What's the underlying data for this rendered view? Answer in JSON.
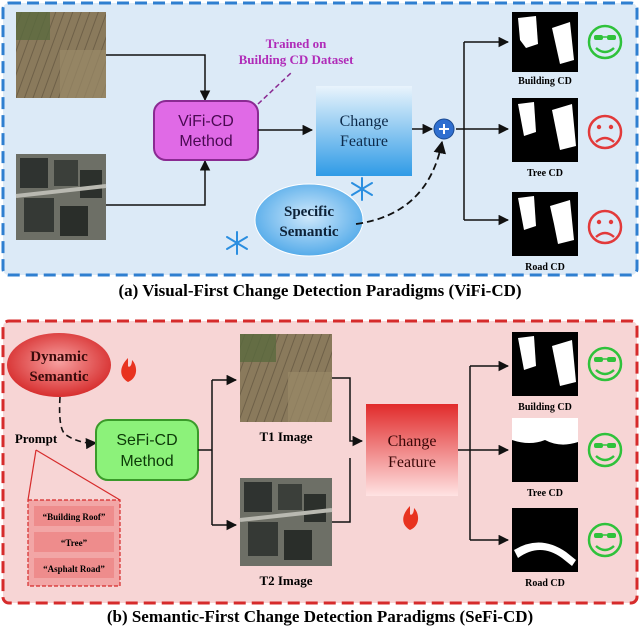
{
  "panel_a": {
    "caption": "(a) Visual-First Change Detection Paradigms (ViFi-CD)",
    "trained_on_line1": "Trained on",
    "trained_on_line2": "Building CD Dataset",
    "method_line1": "ViFi-CD",
    "method_line2": "Method",
    "feature_line1": "Change",
    "feature_line2": "Feature",
    "semantic_line1": "Specific",
    "semantic_line2": "Semantic",
    "outputs": [
      {
        "label": "Building CD",
        "result": "success"
      },
      {
        "label": "Tree CD",
        "result": "failure"
      },
      {
        "label": "Road CD",
        "result": "failure"
      }
    ]
  },
  "panel_b": {
    "caption": "(b) Semantic-First Change Detection Paradigms (SeFi-CD)",
    "dynamic_line1": "Dynamic",
    "dynamic_line2": "Semantic",
    "prompt_label": "Prompt",
    "prompts": [
      "“Building Roof”",
      "“Tree”",
      "“Asphalt Road”"
    ],
    "method_line1": "SeFi-CD",
    "method_line2": "Method",
    "t1_label": "T1 Image",
    "t2_label": "T2 Image",
    "feature_line1": "Change",
    "feature_line2": "Feature",
    "outputs": [
      {
        "label": "Building CD",
        "result": "success"
      },
      {
        "label": "Tree CD",
        "result": "success"
      },
      {
        "label": "Road CD",
        "result": "success"
      }
    ]
  },
  "colors": {
    "panel_a_border": "#2f7fd0",
    "panel_a_bg": "#dceaf7",
    "panel_b_border": "#d62b2b",
    "panel_b_bg": "#f7d5d5",
    "vifi_method_fill": "#e06ae6",
    "sefi_method_fill": "#8cf27a",
    "feature_a_fill": "#2f9be6",
    "feature_b_fill": "#e12b2b",
    "happy_face": "#2fc23b",
    "sad_face": "#e23a3a"
  }
}
